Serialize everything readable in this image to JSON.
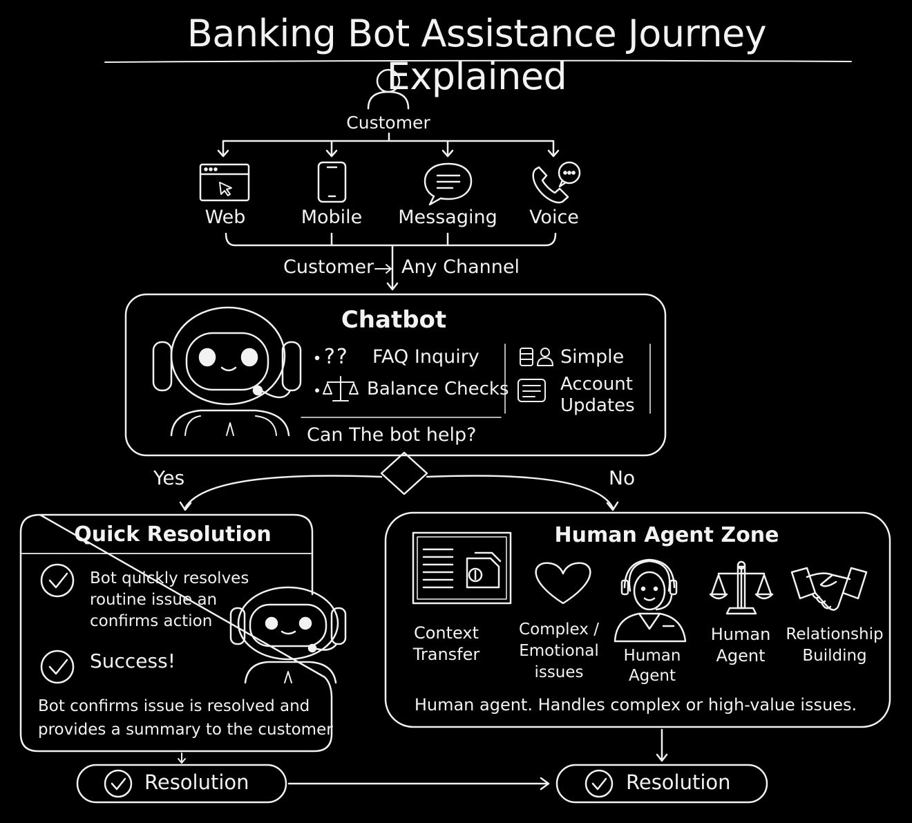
{
  "title": "Banking Bot Assistance Journey Explained",
  "customer": {
    "label": "Customer"
  },
  "channels": [
    {
      "label": "Web",
      "icon": "browser-window-icon"
    },
    {
      "label": "Mobile",
      "icon": "smartphone-icon"
    },
    {
      "label": "Messaging",
      "icon": "chat-bubble-icon"
    },
    {
      "label": "Voice",
      "icon": "phone-icon"
    }
  ],
  "flow_label": {
    "left": "Customer",
    "right": "Any Channel"
  },
  "chatbot": {
    "title": "Chatbot",
    "items": [
      {
        "label": "FAQ  Inquiry",
        "icon": "question-marks-icon"
      },
      {
        "label": "Balance Checks",
        "icon": "balance-scale-icon"
      },
      {
        "label": "Simple",
        "icon": "database-user-icon"
      },
      {
        "label": "Account\nUpdates",
        "icon": "document-icon"
      }
    ],
    "question": "Can The bot help?"
  },
  "decision": {
    "yes": "Yes",
    "no": "No"
  },
  "quick_resolution": {
    "title": "Quick Resolution",
    "step1": "Bot quickly resolves\nroutine issue an\nconfirms action",
    "step2": "Success!",
    "summary": "Bot confirms issue is resolved and\nprovides a summary to the customer"
  },
  "human_zone": {
    "title": "Human Agent  Zone",
    "items": [
      {
        "label": "Context\nTransfer",
        "icon": "context-transfer-icon"
      },
      {
        "label": "Complex /\nEmotional\nissues",
        "icon": "heart-icon"
      },
      {
        "label": "Human\nAgent",
        "icon": "agent-headset-icon"
      },
      {
        "label": "Human\nAgent",
        "icon": "justice-scale-icon"
      },
      {
        "label": "Relationship\nBuilding",
        "icon": "handshake-icon"
      }
    ],
    "summary": "Human agent. Handles complex or high-value issues."
  },
  "resolution": {
    "left": "Resolution",
    "right": "Resolution"
  }
}
